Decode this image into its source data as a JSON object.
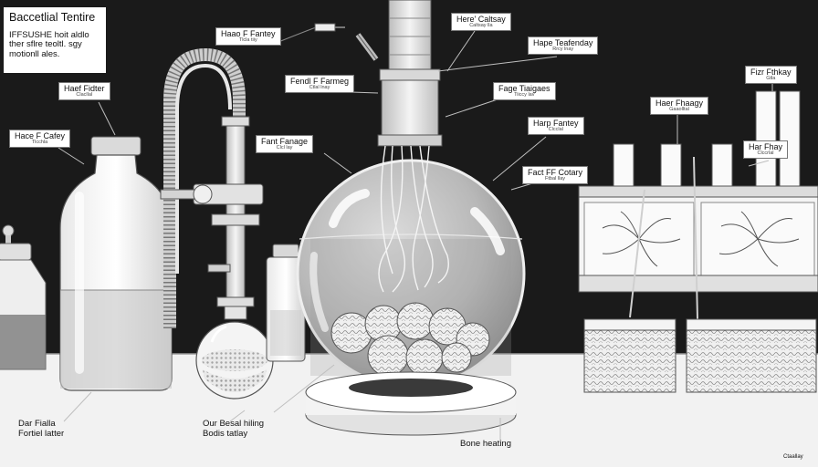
{
  "title_box": {
    "heading": "Baccetlial Tentire",
    "body_lines": [
      "IFFSUSHE hoit aldlo",
      "ther sflre teoltl. sgy",
      "motionll ales."
    ]
  },
  "labels": [
    {
      "id": "top-center",
      "title": "Here' Caltsay",
      "sub": "Caltsay lla"
    },
    {
      "id": "top-left",
      "title": "Haao F Fantey",
      "sub": "Tlcla tiiy"
    },
    {
      "id": "right-upper",
      "title": "Hape Teafenday",
      "sub": "Rrcy lnay"
    },
    {
      "id": "center-left",
      "title": "Fendl F Farmeg",
      "sub": "Ctlal lnay"
    },
    {
      "id": "right-mid",
      "title": "Fage Tiaigaes",
      "sub": "Tiiccy lav"
    },
    {
      "id": "left-bottle",
      "title": "Haef Fidter",
      "sub": "Clacllal"
    },
    {
      "id": "left-top",
      "title": "Hace F Cafey",
      "sub": "Tlcchla"
    },
    {
      "id": "flask-left",
      "title": "Fant Fanage",
      "sub": "Clcl lay"
    },
    {
      "id": "right-low",
      "title": "Harp Fantey",
      "sub": "Clcclal"
    },
    {
      "id": "right-lower",
      "title": "Fact FF Cotary",
      "sub": "Ftbal llay"
    },
    {
      "id": "far-right-top",
      "title": "Fizr Fthkay",
      "sub": "Gtla"
    },
    {
      "id": "right-tray-top",
      "title": "Haer Fhaagy",
      "sub": "Gaaolltal"
    },
    {
      "id": "right-tray-mid",
      "title": "Har Fhay",
      "sub": "Clccrlal"
    }
  ],
  "captions": {
    "bottom_left": [
      "Dar Fialla",
      "Fortiel latter"
    ],
    "bottom_center": [
      "Our Besal hiling",
      "Bodis tatlay"
    ],
    "bottom_heater": "Bone heating",
    "bottom_corner": "Ctaallay"
  }
}
